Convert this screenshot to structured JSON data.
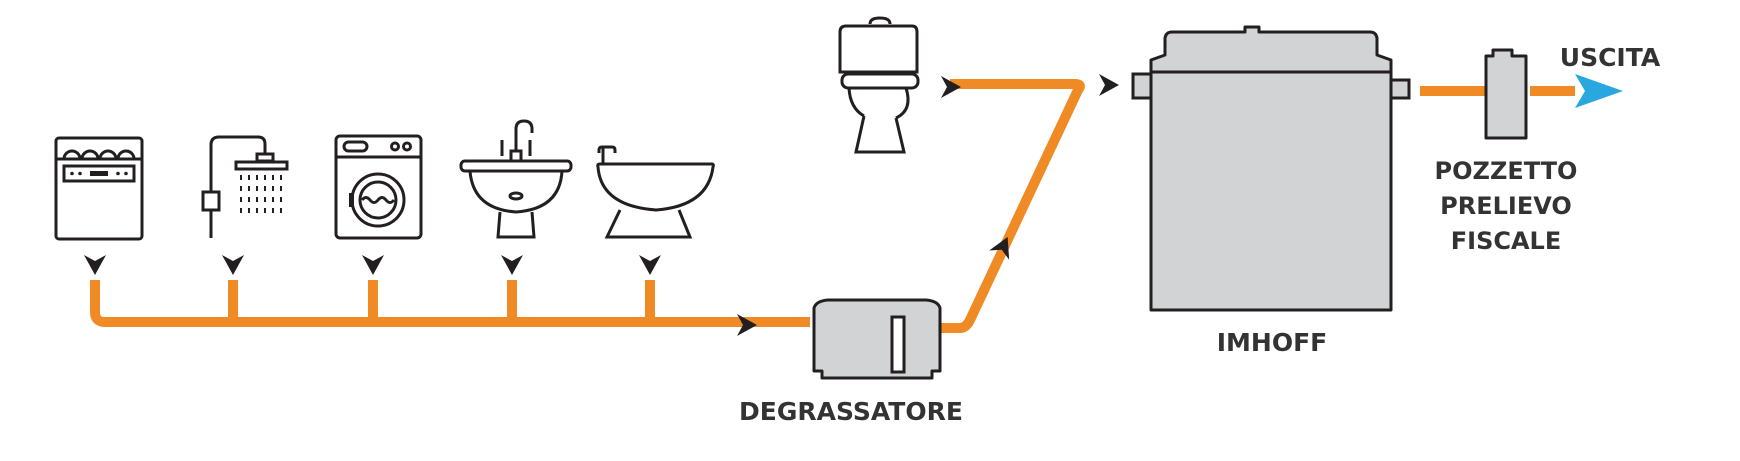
{
  "labels": {
    "degrassatore": "DEGRASSATORE",
    "imhoff": "IMHOFF",
    "uscita": "USCITA",
    "pozzetto_line1": "POZZETTO",
    "pozzetto_line2": "PRELIEVO",
    "pozzetto_line3": "FISCALE"
  },
  "colors": {
    "pipe": "#f08a24",
    "tank": "#d2d3d4",
    "outline": "#231f20",
    "outlet_arrow": "#29a8e0",
    "text": "#333333"
  },
  "icons": [
    "dishwasher-icon",
    "shower-icon",
    "washing-machine-icon",
    "sink-icon",
    "bidet-icon",
    "toilet-icon"
  ]
}
